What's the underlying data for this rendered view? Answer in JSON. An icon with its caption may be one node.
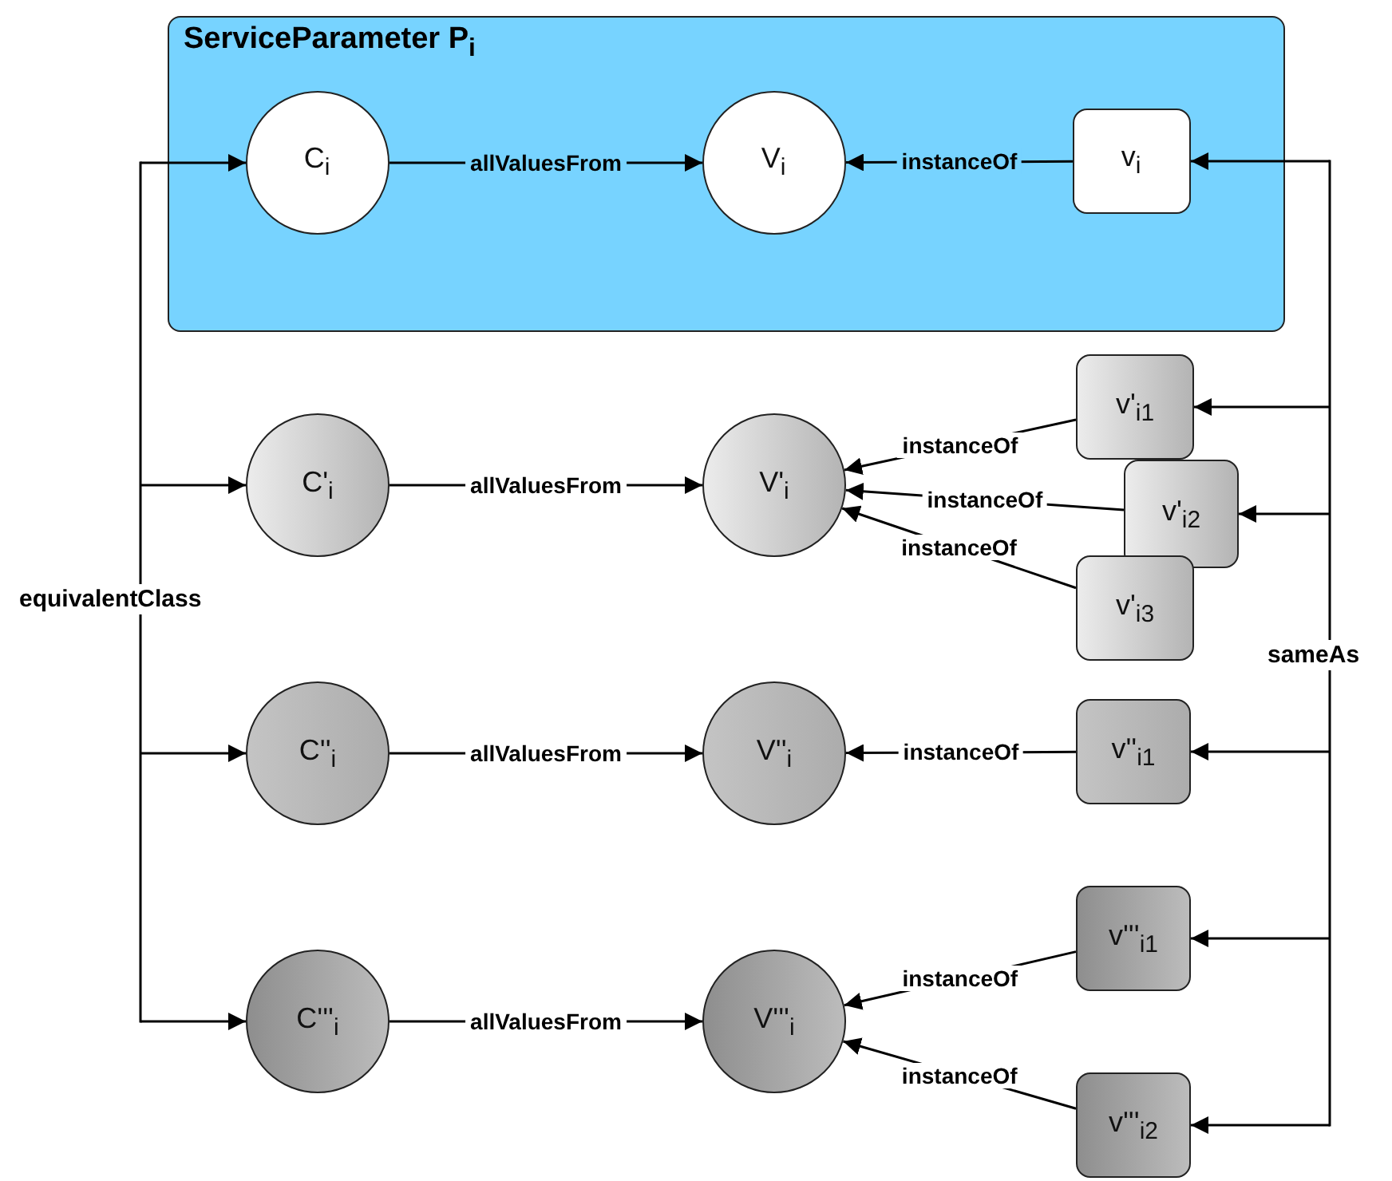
{
  "diagram": {
    "nodes": [
      {
        "text": [
          "ServiceParameter P$_{i}$"
        ]
      },
      {
        "text": [
          "C$_{i}$"
        ],
        "in": 0
      },
      {
        "text": [
          "V$_{i}$"
        ],
        "in": 0
      },
      {
        "text": [
          "v$_{i}$"
        ],
        "in": 0
      },
      {
        "text": [
          "C'$_{i}$"
        ]
      },
      {
        "text": [
          "V'$_{i}$"
        ]
      },
      {
        "text": [
          "v'$_{i1}$"
        ]
      },
      {
        "text": [
          "v'$_{i2}$"
        ]
      },
      {
        "text": [
          "v'$_{i3}$"
        ]
      },
      {
        "text": [
          "C''$_{i}$"
        ]
      },
      {
        "text": [
          "V''$_{i}$"
        ]
      },
      {
        "text": [
          "v''$_{i1}$"
        ]
      },
      {
        "text": [
          "C'''$_{i}$"
        ]
      },
      {
        "text": [
          "V'''$_{i}$"
        ]
      },
      {
        "text": [
          "v'''$_{i1}$"
        ]
      },
      {
        "text": [
          "v'''$_{i2}$"
        ]
      }
    ],
    "edges": [
      {
        "from": 1,
        "to": 2,
        "arrow": "to",
        "label": "allValuesFrom"
      },
      {
        "from": 3,
        "to": 2,
        "arrow": "to",
        "label": "instanceOf"
      },
      {
        "from": 4,
        "to": 5,
        "arrow": "to",
        "label": "allValuesFrom"
      },
      {
        "from": 6,
        "to": 5,
        "arrow": "to",
        "label": "instanceOf"
      },
      {
        "from": 7,
        "to": 5,
        "arrow": "to",
        "label": "instanceOf"
      },
      {
        "from": 8,
        "to": 5,
        "arrow": "to",
        "label": "instanceOf"
      },
      {
        "from": 9,
        "to": 10,
        "arrow": "to",
        "label": "allValuesFrom"
      },
      {
        "from": 11,
        "to": 10,
        "arrow": "to",
        "label": "instanceOf"
      },
      {
        "from": 12,
        "to": 13,
        "arrow": "to",
        "label": "allValuesFrom"
      },
      {
        "from": 14,
        "to": 13,
        "arrow": "to",
        "label": "instanceOf"
      },
      {
        "from": 15,
        "to": 13,
        "arrow": "to",
        "label": "instanceOf"
      },
      {
        "from": null,
        "to": 1,
        "arrow": "to"
      },
      {
        "from": null,
        "to": 4,
        "arrow": "to"
      },
      {
        "from": null,
        "to": 9,
        "arrow": "to"
      },
      {
        "from": null,
        "to": 12,
        "arrow": "to"
      },
      {
        "from": null,
        "to": 3,
        "arrow": "to"
      },
      {
        "from": null,
        "to": 6,
        "arrow": "to"
      },
      {
        "from": null,
        "to": 7,
        "arrow": "to"
      },
      {
        "from": null,
        "to": 11,
        "arrow": "to"
      },
      {
        "from": null,
        "to": 14,
        "arrow": "to"
      },
      {
        "from": null,
        "to": 15,
        "arrow": "to"
      }
    ],
    "labels": [
      "equivalentClass",
      "sameAs"
    ]
  }
}
